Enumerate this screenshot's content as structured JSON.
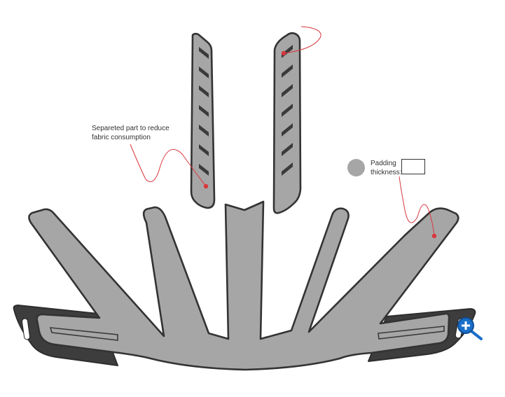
{
  "annotations": {
    "separated_part": {
      "line1": "Separeted part to reduce",
      "line2": "fabric consumption"
    },
    "padding": {
      "line1": "Padding",
      "line2": "thickness:",
      "thickness_value": ""
    }
  },
  "colors": {
    "pad_fill": "#a6a6a6",
    "pad_outline": "#333333",
    "dark_edge": "#3d3d3d",
    "leader_line": "#d9363e",
    "zoom_icon": "#1b6fc9"
  },
  "icons": {
    "zoom": "zoom-in-icon"
  }
}
